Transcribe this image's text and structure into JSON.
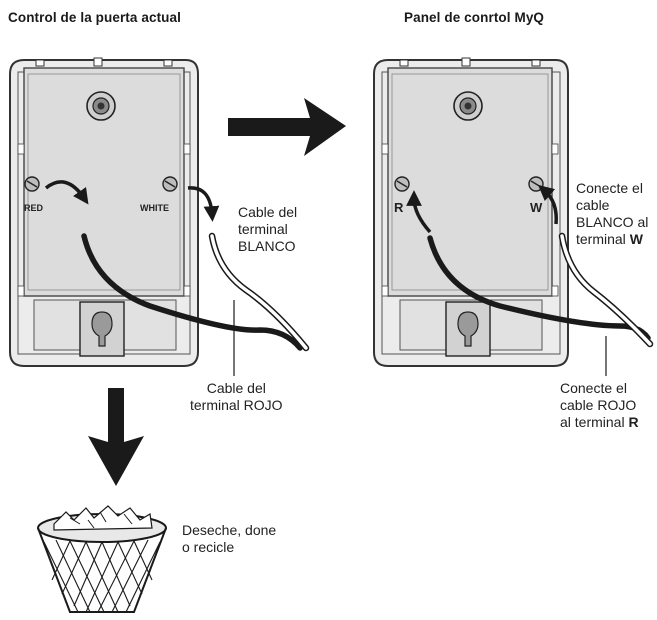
{
  "titles": {
    "left": "Control de la puerta actual",
    "right": "Panel de conrtol MyQ"
  },
  "terminal_tags": {
    "left_red": "RED",
    "left_white": "WHITE",
    "right_r": "R",
    "right_w": "W"
  },
  "labels": {
    "white_cable": [
      "Cable del",
      "terminal",
      "BLANCO"
    ],
    "red_cable": [
      "Cable del",
      "terminal ROJO"
    ],
    "connect_white": [
      "Conecte el",
      "cable",
      "BLANCO al",
      "terminal ",
      "W"
    ],
    "connect_red": [
      "Conecte el",
      "cable ROJO",
      "al terminal ",
      "R"
    ],
    "dispose": [
      "Deseche, done",
      "o recicle"
    ]
  },
  "icons": [
    "arrow-right-icon",
    "arrow-down-icon",
    "trash-basket-icon",
    "wall-control-icon",
    "myq-panel-icon"
  ],
  "colors": {
    "ink": "#1a1a1a",
    "device_fill": "#e9e9e9",
    "device_stroke": "#333333"
  }
}
